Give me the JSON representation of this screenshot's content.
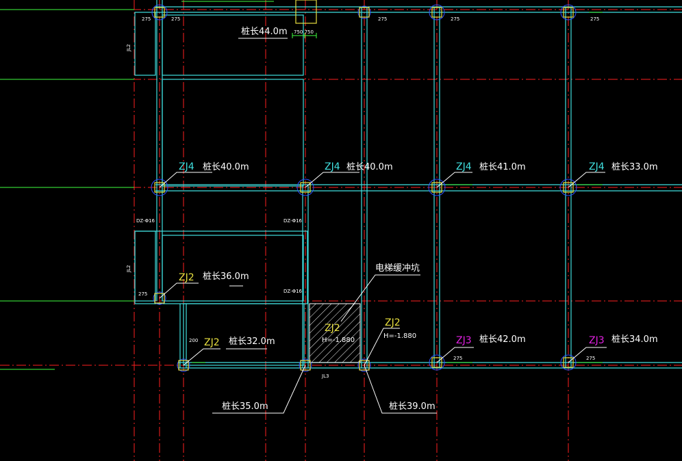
{
  "colors": {
    "background": "#000000",
    "axis": "#ff2020",
    "beam": "#40e0e0",
    "column": "#e8e040",
    "pile_circle": "#3050ff",
    "text_white": "#ffffff",
    "text_cyan": "#40e0e0",
    "text_yellow": "#e8e040",
    "text_magenta": "#e020e0",
    "dim_green": "#40ff40"
  },
  "labels": {
    "pile_top": "桩长44.0m",
    "dim_top": "750 750",
    "zj4_a": "ZJ4",
    "pile_a": "桩长40.0m",
    "zj4_b": "ZJ4",
    "pile_b": "桩长40.0m",
    "zj4_c": "ZJ4",
    "pile_c": "桩长41.0m",
    "zj4_d": "ZJ4",
    "pile_d": "桩长33.0m",
    "zj2_a": "ZJ2",
    "pile_e": "桩长36.0m",
    "zj2_b": "ZJ2",
    "pile_f": "桩长32.0m",
    "zj2_c": "ZJ2",
    "h_c": "H=-1.880",
    "zj2_d": "ZJ2",
    "h_d": "H=-1.880",
    "zj3_a": "ZJ3",
    "pile_g": "桩长42.0m",
    "zj3_b": "ZJ3",
    "pile_h": "桩长34.0m",
    "elevator_pit": "电梯缓冲坑",
    "pile_i": "桩长35.0m",
    "pile_j": "桩长39.0m",
    "jl2_a": "JL2",
    "jl2_b": "JL2",
    "jl3": "JL3",
    "dim_275": "275",
    "dim_200": "200",
    "tag_dl": "DZ-Φ16"
  }
}
